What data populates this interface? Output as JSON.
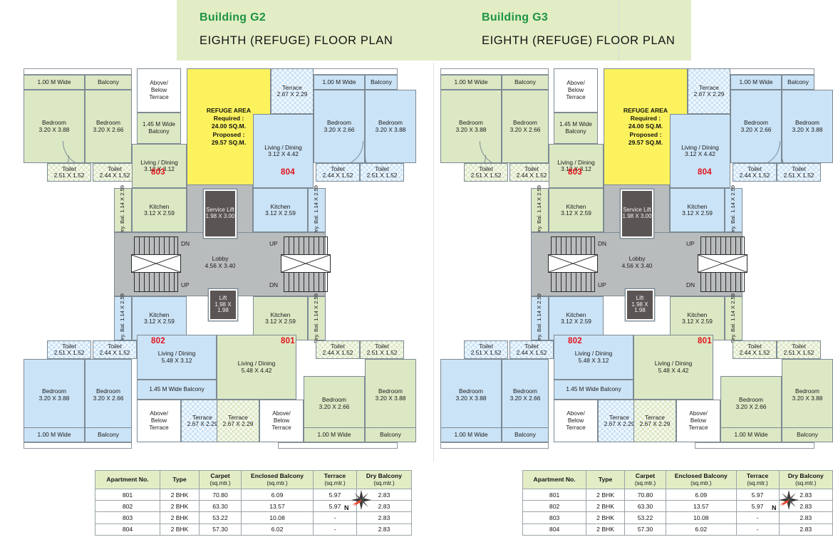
{
  "header": {
    "buildings": [
      {
        "name": "Building G2",
        "title": "EIGHTH (REFUGE) FLOOR PLAN"
      },
      {
        "name": "Building G3",
        "title": "EIGHTH (REFUGE) FLOOR PLAN"
      }
    ],
    "brand_color": "#1e9442",
    "band_color": "#e2edc6"
  },
  "colors": {
    "apartment_green": "#dce8c4",
    "apartment_blue": "#cbe3f6",
    "refuge_yellow": "#fbf25e",
    "lobby_grey": "#b9bcbd",
    "lift_dark": "#5a5554",
    "apt_number_red": "#e1121b",
    "wall": "#7d8a94"
  },
  "plan": {
    "refuge": {
      "title": "REFUGE AREA",
      "required_label": "Required :",
      "required_value": "24.00 SQ.M.",
      "proposed_label": "Proposed :",
      "proposed_value": "29.57 SQ.M."
    },
    "core": {
      "service_lift": {
        "name": "Service Lift",
        "dim": "1.98 X 3.00"
      },
      "lift": {
        "name": "Lift",
        "dim": "1.98 X 1.98"
      },
      "lobby": {
        "name": "Lobby",
        "dim": "4.56 X 3.40"
      },
      "stair_up": "UP",
      "stair_dn": "DN"
    },
    "apartments": [
      {
        "no": "803",
        "color": "green",
        "quadrant": "top-left",
        "rooms": {
          "bedroom_master": {
            "name": "Bedroom",
            "dim": "3.20 X 3.88"
          },
          "bedroom_second": {
            "name": "Bedroom",
            "dim": "3.20 X 2.66"
          },
          "toilet_big": {
            "name": "Toilet",
            "dim": "2.51 X 1.52"
          },
          "toilet_small": {
            "name": "Toilet",
            "dim": "2.44 X 1.52"
          },
          "living": {
            "name": "Living / Dining",
            "dim": "3.12 X 3.12"
          },
          "kitchen": {
            "name": "Kitchen",
            "dim": "3.12 X 2.59"
          },
          "dry_balcony": {
            "name": "Dry. Bal.",
            "dim": "1.14 X 2.59"
          },
          "balcony_1m": "1.00 M Wide",
          "balcony_word": "Balcony",
          "balcony_145": "1.45 M Wide Balcony",
          "above_below_terrace": "Above/ Below Terrace"
        }
      },
      {
        "no": "804",
        "color": "blue",
        "quadrant": "top-right",
        "rooms": {
          "bedroom_master": {
            "name": "Bedroom",
            "dim": "3.20 X 3.88"
          },
          "bedroom_second": {
            "name": "Bedroom",
            "dim": "3.20 X 2.66"
          },
          "toilet_big": {
            "name": "Toilet",
            "dim": "2.51 X 1.52"
          },
          "toilet_small": {
            "name": "Toilet",
            "dim": "2.44 X 1.52"
          },
          "living": {
            "name": "Living / Dining",
            "dim": "3.12 X 4.42"
          },
          "kitchen": {
            "name": "Kitchen",
            "dim": "3.12 X 2.59"
          },
          "dry_balcony": {
            "name": "Dry. Bal.",
            "dim": "1.14 X 2.59"
          },
          "terrace": {
            "name": "Terrace",
            "dim": "2.67 X 2.29"
          },
          "balcony_1m": "1.00 M Wide",
          "balcony_word": "Balcony"
        }
      },
      {
        "no": "802",
        "color": "blue",
        "quadrant": "bottom-left",
        "rooms": {
          "bedroom_master": {
            "name": "Bedroom",
            "dim": "3.20 X 3.88"
          },
          "bedroom_second": {
            "name": "Bedroom",
            "dim": "3.20 X 2.66"
          },
          "toilet_big": {
            "name": "Toilet",
            "dim": "2.51 X 1.52"
          },
          "toilet_small": {
            "name": "Toilet",
            "dim": "2.44 X 1.52"
          },
          "living": {
            "name": "Living / Dining",
            "dim": "5.48 X 3.12"
          },
          "kitchen": {
            "name": "Kitchen",
            "dim": "3.12 X 2.59"
          },
          "dry_balcony": {
            "name": "Dry. Bal.",
            "dim": "1.14 X 2.59"
          },
          "terrace": {
            "name": "Terrace",
            "dim": "2.67 X 2.29"
          },
          "balcony_1m": "1.00 M Wide",
          "balcony_word": "Balcony",
          "balcony_145": "1.45 M Wide Balcony",
          "above_below_terrace": "Above/ Below Terrace"
        }
      },
      {
        "no": "801",
        "color": "green",
        "quadrant": "bottom-right",
        "rooms": {
          "bedroom_master": {
            "name": "Bedroom",
            "dim": "3.20 X 3.88"
          },
          "bedroom_second": {
            "name": "Bedroom",
            "dim": "3.20 X 2.66"
          },
          "toilet_big": {
            "name": "Toilet",
            "dim": "2.51 X 1.52"
          },
          "toilet_small": {
            "name": "Toilet",
            "dim": "2.44 X 1.52"
          },
          "living": {
            "name": "Living / Dining",
            "dim": "5.48 X 4.42"
          },
          "kitchen": {
            "name": "Kitchen",
            "dim": "3.12 X 2.59"
          },
          "dry_balcony": {
            "name": "Dry. Bal.",
            "dim": "1.14 X 2.59"
          },
          "terrace": {
            "name": "Terrace",
            "dim": "2.67 X 2.29"
          },
          "balcony_1m": "1.00 M Wide",
          "balcony_word": "Balcony",
          "above_below_terrace": "Above/ Below Terrace"
        }
      }
    ]
  },
  "table": {
    "headers": [
      {
        "main": "Apartment No.",
        "sub": ""
      },
      {
        "main": "Type",
        "sub": ""
      },
      {
        "main": "Carpet",
        "sub": "(sq.mtr.)"
      },
      {
        "main": "Enclosed Balcony",
        "sub": "(sq.mtr.)"
      },
      {
        "main": "Terrace",
        "sub": "(sq.mtr.)"
      },
      {
        "main": "Dry Balcony",
        "sub": "(sq.mtr.)"
      }
    ],
    "rows": [
      {
        "apartment": "801",
        "type": "2 BHK",
        "carpet": "70.80",
        "enclosed_balcony": "6.09",
        "terrace": "5.97",
        "dry_balcony": "2.83"
      },
      {
        "apartment": "802",
        "type": "2 BHK",
        "carpet": "63.30",
        "enclosed_balcony": "13.57",
        "terrace": "5.97",
        "dry_balcony": "2.83"
      },
      {
        "apartment": "803",
        "type": "2 BHK",
        "carpet": "53.22",
        "enclosed_balcony": "10.08",
        "terrace": "-",
        "dry_balcony": "2.83"
      },
      {
        "apartment": "804",
        "type": "2 BHK",
        "carpet": "57.30",
        "enclosed_balcony": "6.02",
        "terrace": "-",
        "dry_balcony": "2.83"
      }
    ]
  },
  "compass": {
    "north_label": "N",
    "icon": "compass-rose-icon"
  }
}
